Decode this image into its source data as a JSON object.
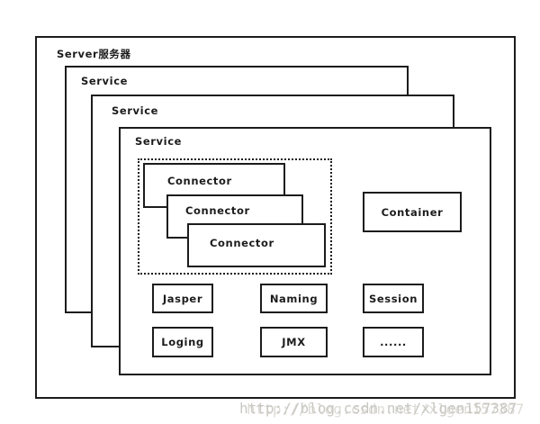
{
  "diagram": {
    "server": {
      "label": "Server服务器"
    },
    "services": [
      {
        "label": "Service"
      },
      {
        "label": "Service"
      },
      {
        "label": "Service"
      }
    ],
    "connector_group": {
      "style": "dotted-outline"
    },
    "connectors": [
      {
        "label": "Connector"
      },
      {
        "label": "Connector"
      },
      {
        "label": "Connector"
      }
    ],
    "container": {
      "label": "Container"
    },
    "components": [
      {
        "label": "Jasper"
      },
      {
        "label": "Naming"
      },
      {
        "label": "Session"
      },
      {
        "label": "Loging"
      },
      {
        "label": "JMX"
      },
      {
        "label": "......"
      }
    ]
  },
  "watermark": {
    "text": "http://blog.csdn.net/xlgen157387"
  },
  "colors": {
    "line": "#1c1c1c",
    "background": "#ffffff",
    "watermark": "#c9c8c3"
  }
}
